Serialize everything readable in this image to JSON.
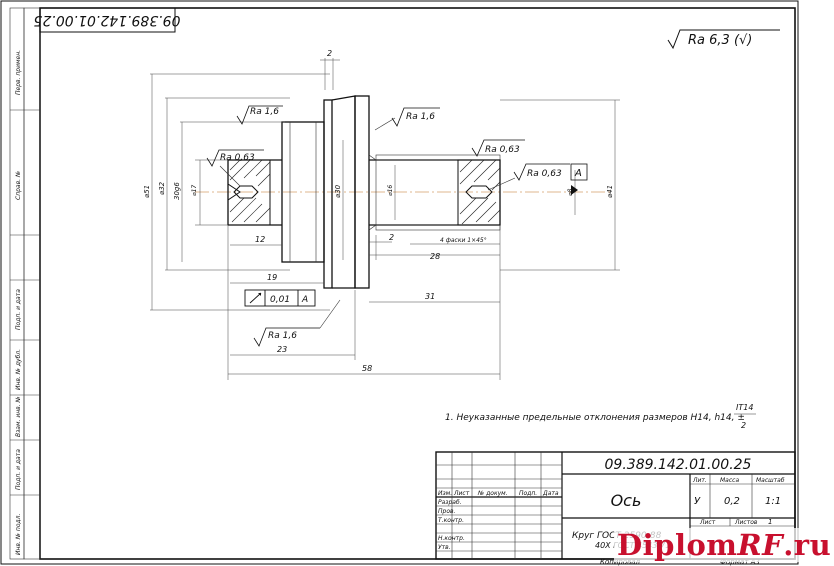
{
  "drawing": {
    "title_stamp_rotated": "09.389.142.01.00.25",
    "roughness_general": "Ra 6,3 (√)",
    "note": "1. Неуказанные предельные отклонения размеров H14, h14, ±",
    "note_fraction_num": "IT14",
    "note_fraction_den": "2"
  },
  "annotations": {
    "rough_left_face": "Ra 0,63",
    "rough_collar": "Ra 1,6",
    "rough_flange": "Ra 1,6",
    "rough_shaft": "Ra 0,63",
    "rough_shaft_end": "Ra 0,63",
    "rough_bottom": "Ra 1,6",
    "datum_a": "A",
    "datum_a2": "A",
    "runout_value": "0,01",
    "chamfer_note": "4 фаски 1×45°",
    "dim_2_top": "2",
    "dim_12": "12",
    "dim_19": "19",
    "dim_23": "23",
    "dim_58": "58",
    "dim_31": "31",
    "dim_28": "28",
    "dim_2_mid": "2",
    "dia_51": "⌀51",
    "dia_32": "⌀32",
    "dia_30g": "30g6",
    "dia_17": "⌀17",
    "dia_30": "⌀30",
    "dia_16": "⌀16",
    "dia_41": "⌀41",
    "dia_8": "⌀8"
  },
  "title_block": {
    "doc_number": "09.389.142.01.00.25",
    "part_name": "Ось",
    "lit_header": "Лит.",
    "mass_header": "Масса",
    "scale_header": "Масштаб",
    "mass_value": "0,2",
    "scale_value": "1:1",
    "lit_value": "У",
    "sheet_label": "Лист",
    "sheets_label": "Листов",
    "sheets_value": "1",
    "material": "Круг  ГОСТ 2590-88",
    "material_line2": "40Х ГОСТ 4543-71",
    "format_label": "Формат  А3",
    "copied_label": "Копировал",
    "rows": [
      "Разраб.",
      "Пров.",
      "Т.контр.",
      "",
      "Н.контр.",
      "Утв."
    ],
    "header_cols": [
      "Изм.",
      "Лист",
      "№ докум.",
      "Подп.",
      "Дата"
    ]
  },
  "side_strip": {
    "labels": [
      "Перв. примен.",
      "Справ. №",
      "Подп. и дата",
      "Инв. № дубл.",
      "Взам. инв. №",
      "Подп. и дата",
      "Инв. № подл."
    ]
  },
  "watermark": {
    "text_main": "Diplom",
    "text_accent": "RF",
    "text_tail": ".ru",
    "accent_color": "#c8102e"
  }
}
